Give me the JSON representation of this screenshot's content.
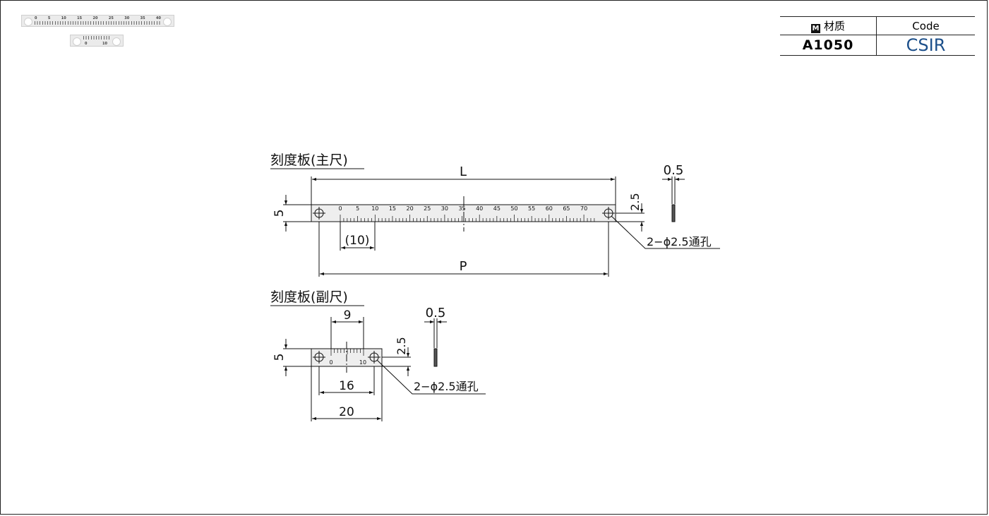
{
  "thumbs": {
    "main_numbers": [
      "0",
      "5",
      "10",
      "15",
      "20",
      "25",
      "30",
      "35",
      "40"
    ],
    "vernier_numbers": [
      "0",
      "10"
    ]
  },
  "spec_table": {
    "material_header_icon": "M",
    "material_header": "材质",
    "code_header": "Code",
    "material_value": "A1050",
    "code_value": "CSIR"
  },
  "main_scale": {
    "title": "刻度板(主尺)",
    "dim_L": "L",
    "dim_P": "P",
    "dim_height": "5",
    "dim_thickness": "0.5",
    "dim_half_height": "2.5",
    "dim_first_tick": "(10)",
    "hole_note": "2−ϕ2.5通孔",
    "tick_numbers": [
      "0",
      "5",
      "10",
      "15",
      "20",
      "25",
      "30",
      "35",
      "40",
      "45",
      "50",
      "55",
      "60",
      "65",
      "70"
    ]
  },
  "vernier_scale": {
    "title": "刻度板(副尺)",
    "dim_span": "9",
    "dim_thickness": "0.5",
    "dim_half_height": "2.5",
    "dim_height": "5",
    "dim_hole_pitch": "16",
    "dim_length": "20",
    "hole_note": "2−ϕ2.5通孔",
    "tick_numbers": [
      "0",
      "10"
    ]
  },
  "colors": {
    "line": "#111111",
    "plate": "#eeeeee",
    "code": "#1c4f8a"
  }
}
